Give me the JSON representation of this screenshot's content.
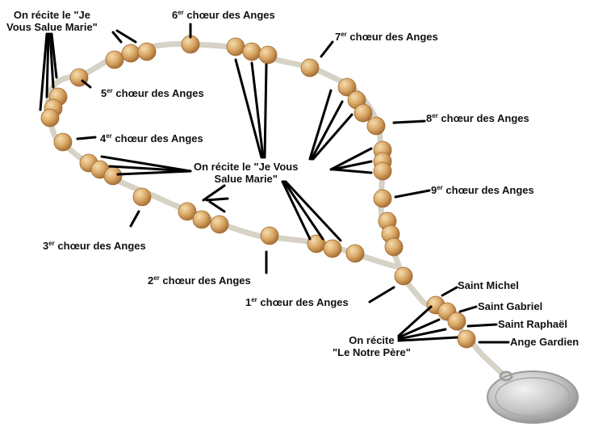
{
  "title_label": {
    "line1": "On récite le \"Je",
    "line2": "Vous Salue Marie\""
  },
  "center_label": {
    "line1": "On récite le \"Je Vous",
    "line2": "Salue Marie\""
  },
  "choirs": [
    {
      "num": "1",
      "sup": "er",
      "text": "chœur des Anges"
    },
    {
      "num": "2",
      "sup": "er",
      "text": "chœur des Anges"
    },
    {
      "num": "3",
      "sup": "er",
      "text": "chœur des Anges"
    },
    {
      "num": "4",
      "sup": "er",
      "text": "chœur des Anges"
    },
    {
      "num": "5",
      "sup": "er",
      "text": "chœur des Anges"
    },
    {
      "num": "6",
      "sup": "er",
      "text": "chœur des Anges"
    },
    {
      "num": "7",
      "sup": "er",
      "text": "chœur des Anges"
    },
    {
      "num": "8",
      "sup": "er",
      "text": "chœur des Anges"
    },
    {
      "num": "9",
      "sup": "er",
      "text": "chœur des Anges"
    }
  ],
  "saints": [
    "Saint Michel",
    "Saint Gabriel",
    "Saint Raphaël",
    "Ange Gardien"
  ],
  "notre_pere_label": {
    "line1": "On récite",
    "line2": "\"Le Notre Père\""
  },
  "colors": {
    "bead": "#d9a866",
    "bead_dark": "#b47a3c",
    "cord": "#d6d2c6",
    "medal": "#c9c9c9",
    "line": "#000000"
  }
}
